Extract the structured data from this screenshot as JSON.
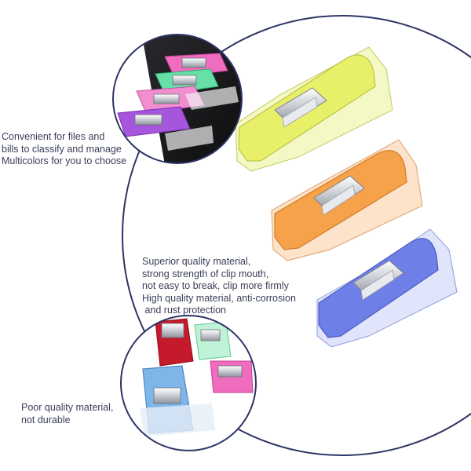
{
  "captions": {
    "top": {
      "lines": [
        "Convenient for files and",
        "bills to classify and manage",
        "Multicolors for you to choose"
      ]
    },
    "middle": {
      "lines": [
        "Superior quality material,",
        "strong strength of clip mouth,",
        "not easy to break,  clip more firmly",
        "High quality material, anti-corrosion",
        " and rust protection"
      ]
    },
    "bottom": {
      "lines": [
        "Poor quality material,",
        "not durable"
      ]
    }
  },
  "colors": {
    "circle_stroke": "#2c3466",
    "caption_text": "#3a3f58",
    "clip_yellow": "#e8f06a",
    "clip_orange": "#f6a24a",
    "clip_blue": "#6f7fe8",
    "clip_pink": "#f06cbf",
    "clip_green": "#66e0a8",
    "clip_purple": "#a556dd",
    "clip_red": "#c41a2b",
    "clip_lightblue": "#7fb6ea"
  },
  "icons": [
    "yellow-clip",
    "orange-clip",
    "blue-clip",
    "multicolor-clips-inset",
    "poor-quality-clips-inset"
  ]
}
